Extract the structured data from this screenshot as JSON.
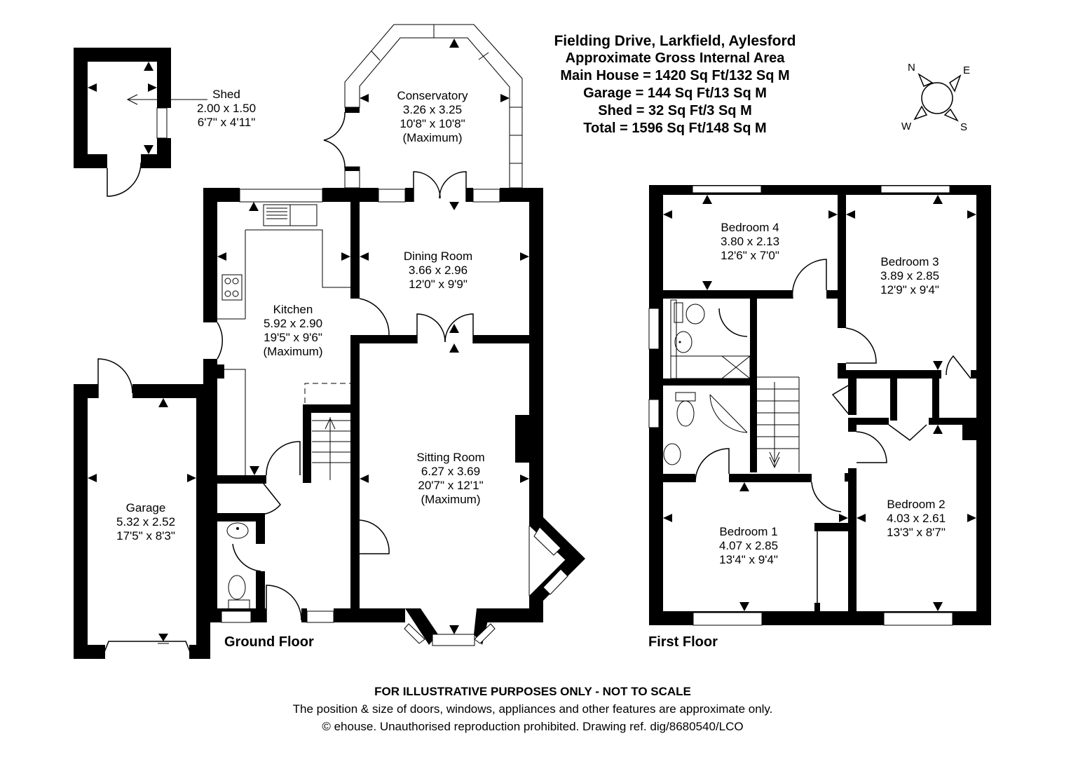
{
  "header": {
    "title": "Fielding Drive, Larkfield, Aylesford",
    "subtitle": "Approximate Gross Internal Area",
    "areas": [
      "Main House = 1420 Sq Ft/132 Sq M",
      "Garage = 144 Sq Ft/13 Sq M",
      "Shed = 32 Sq Ft/3 Sq M",
      "Total = 1596 Sq Ft/148 Sq M"
    ]
  },
  "compass": {
    "n": "N",
    "e": "E",
    "s": "S",
    "w": "W"
  },
  "floors": {
    "ground": "Ground Floor",
    "first": "First Floor"
  },
  "rooms": {
    "shed": {
      "name": "Shed",
      "metric": "2.00 x 1.50",
      "imperial": "6'7\" x 4'11\""
    },
    "conservatory": {
      "name": "Conservatory",
      "metric": "3.26 x 3.25",
      "imperial": "10'8\" x 10'8\"",
      "note": "(Maximum)"
    },
    "kitchen": {
      "name": "Kitchen",
      "metric": "5.92 x 2.90",
      "imperial": "19'5\" x 9'6\"",
      "note": "(Maximum)"
    },
    "dining": {
      "name": "Dining Room",
      "metric": "3.66 x 2.96",
      "imperial": "12'0\" x 9'9\""
    },
    "sitting": {
      "name": "Sitting Room",
      "metric": "6.27 x 3.69",
      "imperial": "20'7\" x 12'1\"",
      "note": "(Maximum)"
    },
    "garage": {
      "name": "Garage",
      "metric": "5.32 x 2.52",
      "imperial": "17'5\" x 8'3\""
    },
    "bedroom4": {
      "name": "Bedroom 4",
      "metric": "3.80 x 2.13",
      "imperial": "12'6\" x 7'0\""
    },
    "bedroom3": {
      "name": "Bedroom 3",
      "metric": "3.89 x 2.85",
      "imperial": "12'9\" x 9'4\""
    },
    "bedroom1": {
      "name": "Bedroom 1",
      "metric": "4.07 x 2.85",
      "imperial": "13'4\" x 9'4\""
    },
    "bedroom2": {
      "name": "Bedroom 2",
      "metric": "4.03 x 2.61",
      "imperial": "13'3\" x 8'7\""
    }
  },
  "footer": {
    "disclaimer": "FOR ILLUSTRATIVE PURPOSES ONLY - NOT TO SCALE",
    "note": "The position & size of doors, windows, appliances and other features are approximate only.",
    "copyright": "© ehouse. Unauthorised reproduction prohibited. Drawing ref. dig/8680540/LCO"
  },
  "colors": {
    "wall": "#000000",
    "background": "#ffffff"
  }
}
